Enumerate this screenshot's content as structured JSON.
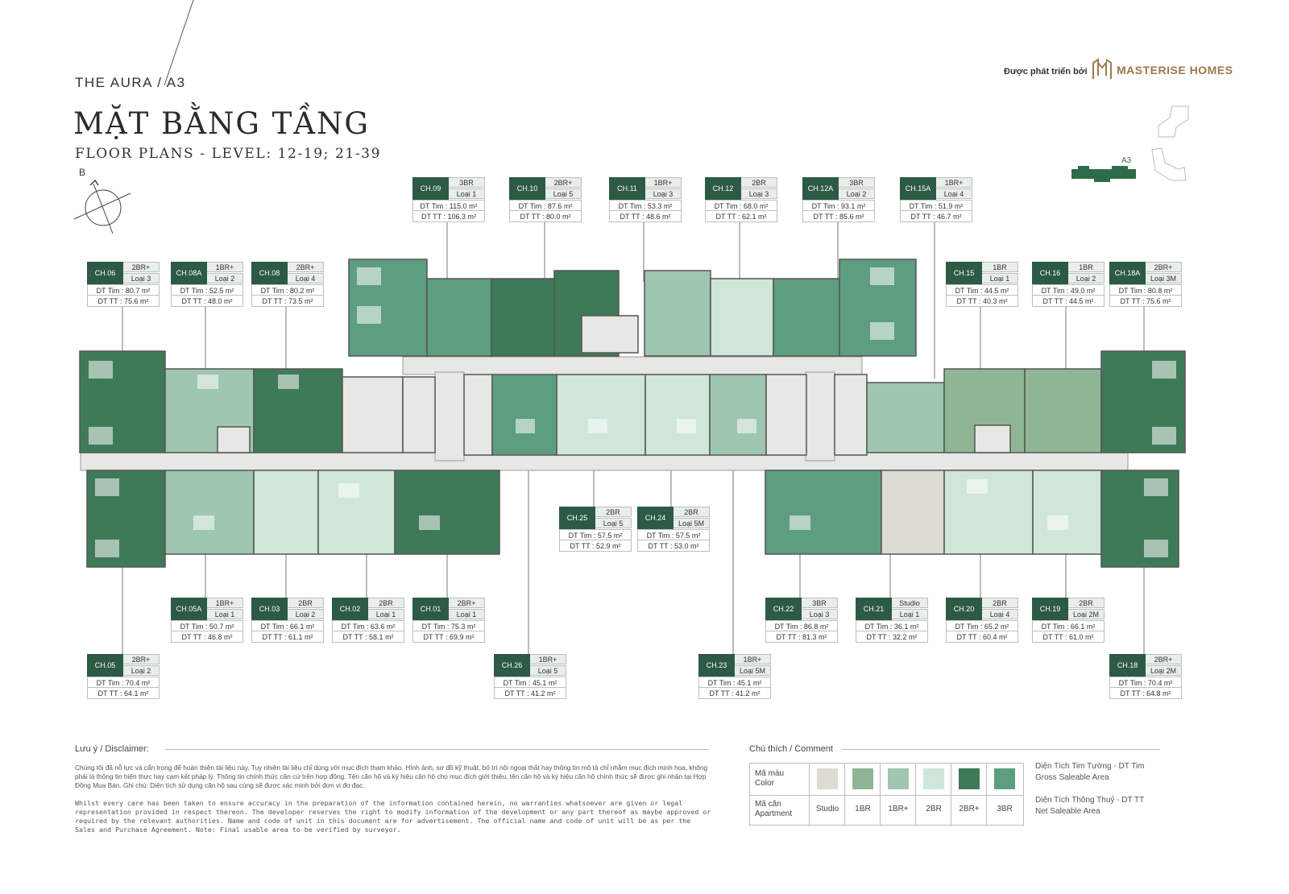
{
  "header": {
    "project": "THE AURA / A3",
    "title": "MẶT BẰNG TẦNG",
    "subtitle": "FLOOR PLANS - LEVEL: 12-19; 21-39",
    "developer_label": "Được phát triển bởi",
    "brand": "MASTERISE HOMES"
  },
  "compass_label": "B",
  "keyplan_label": "A3",
  "callouts": [
    {
      "code": "CH.09",
      "type": "3BR",
      "variant": "Loại 1",
      "gross": "DT Tim : 115.0 m²",
      "net": "DT TT : 106.3 m²"
    },
    {
      "code": "CH.10",
      "type": "2BR+",
      "variant": "Loại 5",
      "gross": "DT Tim : 87.6 m²",
      "net": "DT TT : 80.0 m²"
    },
    {
      "code": "CH.11",
      "type": "1BR+",
      "variant": "Loại 3",
      "gross": "DT Tim : 53.3 m²",
      "net": "DT TT : 48.6 m²"
    },
    {
      "code": "CH.12",
      "type": "2BR",
      "variant": "Loại 3",
      "gross": "DT Tim : 68.0 m²",
      "net": "DT TT : 62.1 m²"
    },
    {
      "code": "CH.12A",
      "type": "3BR",
      "variant": "Loại 2",
      "gross": "DT Tim : 93.1 m²",
      "net": "DT TT : 85.6 m²"
    },
    {
      "code": "CH.15A",
      "type": "1BR+",
      "variant": "Loại 4",
      "gross": "DT Tim : 51.9 m²",
      "net": "DT TT : 46.7 m²"
    },
    {
      "code": "CH.06",
      "type": "2BR+",
      "variant": "Loại 3",
      "gross": "DT Tim : 80.7 m²",
      "net": "DT TT : 75.6 m²"
    },
    {
      "code": "CH.08A",
      "type": "1BR+",
      "variant": "Loại 2",
      "gross": "DT Tim : 52.5 m²",
      "net": "DT TT : 48.0 m²"
    },
    {
      "code": "CH.08",
      "type": "2BR+",
      "variant": "Loại 4",
      "gross": "DT Tim : 80.2 m²",
      "net": "DT TT : 73.5 m²"
    },
    {
      "code": "CH.15",
      "type": "1BR",
      "variant": "Loại 1",
      "gross": "DT Tim : 44.5 m²",
      "net": "DT TT : 40.3 m²"
    },
    {
      "code": "CH.16",
      "type": "1BR",
      "variant": "Loại 2",
      "gross": "DT Tim : 49.0 m²",
      "net": "DT TT : 44.5 m²"
    },
    {
      "code": "CH.18A",
      "type": "2BR+",
      "variant": "Loại 3M",
      "gross": "DT Tim : 80.8 m²",
      "net": "DT TT : 75.6 m²"
    },
    {
      "code": "CH.25",
      "type": "2BR",
      "variant": "Loại 5",
      "gross": "DT Tim : 57.5 m²",
      "net": "DT TT : 52.9 m²"
    },
    {
      "code": "CH.24",
      "type": "2BR",
      "variant": "Loại 5M",
      "gross": "DT Tim : 57.5 m²",
      "net": "DT TT : 53.0 m²"
    },
    {
      "code": "CH.05A",
      "type": "1BR+",
      "variant": "Loại 1",
      "gross": "DT Tim : 50.7 m²",
      "net": "DT TT : 46.8 m²"
    },
    {
      "code": "CH.03",
      "type": "2BR",
      "variant": "Loại 2",
      "gross": "DT Tim : 66.1 m²",
      "net": "DT TT : 61.1 m²"
    },
    {
      "code": "CH.02",
      "type": "2BR",
      "variant": "Loại 1",
      "gross": "DT Tim : 63.6 m²",
      "net": "DT TT : 58.1 m²"
    },
    {
      "code": "CH.01",
      "type": "2BR+",
      "variant": "Loại 1",
      "gross": "DT Tim : 75.3 m²",
      "net": "DT TT : 69.9 m²"
    },
    {
      "code": "CH.22",
      "type": "3BR",
      "variant": "Loại 3",
      "gross": "DT Tim : 86.8 m²",
      "net": "DT TT : 81.3 m²"
    },
    {
      "code": "CH.21",
      "type": "Studio",
      "variant": "Loại 1",
      "gross": "DT Tim : 36.1 m²",
      "net": "DT TT : 32.2 m²"
    },
    {
      "code": "CH.20",
      "type": "2BR",
      "variant": "Loại 4",
      "gross": "DT Tim : 65.2 m²",
      "net": "DT TT : 60.4 m²"
    },
    {
      "code": "CH.19",
      "type": "2BR",
      "variant": "Loại 2M",
      "gross": "DT Tim : 66.1 m²",
      "net": "DT TT : 61.0 m²"
    },
    {
      "code": "CH.05",
      "type": "2BR+",
      "variant": "Loại 2",
      "gross": "DT Tim : 70.4 m²",
      "net": "DT TT : 64.1 m²"
    },
    {
      "code": "CH.26",
      "type": "1BR+",
      "variant": "Loại 5",
      "gross": "DT Tim : 45.1 m²",
      "net": "DT TT : 41.2 m²"
    },
    {
      "code": "CH.23",
      "type": "1BR+",
      "variant": "Loại 5M",
      "gross": "DT Tim : 45.1 m²",
      "net": "DT TT : 41.2 m²"
    },
    {
      "code": "CH.18",
      "type": "2BR+",
      "variant": "Loại 2M",
      "gross": "DT Tim : 70.4 m²",
      "net": "DT TT : 64.8 m²"
    }
  ],
  "disclaimer": {
    "heading": "Lưu ý / Disclaimer:",
    "vi": "Chúng tôi đã nỗ lực và cẩn trọng để hoàn thiện tài liệu này. Tuy nhiên tài liệu chỉ dùng với mục đích tham khảo. Hình ảnh, sơ đồ kỹ thuật, bố trí nội ngoại thất hay thông tin mô tả chỉ nhằm mục đích minh họa, không phải là thông tin hiện thực hay cam kết pháp lý. Thông tin chính thức căn cứ trên hợp đồng. Tên căn hộ và ký hiệu căn hộ cho mục đích giới thiệu, tên căn hộ và ký hiệu căn hộ chính thức sẽ được ghi nhận tại Hợp Đồng Mua Bán. Ghi chú: Diện tích sử dụng căn hộ sau cùng sẽ được xác minh bởi đơn vị đo đạc.",
    "en": "Whilst every care has been taken to ensure accuracy in the preparation of the information contained herein, no warranties whatsoever are given or legal representation provided in respect thereon. The developer reserves the right to modify information of the development or any part thereof as maybe approved or required by the relevant authorities. Name and code of unit in this document are for advertisement. The official name and code of unit will be as per the Sales and Purchase Agreement. Note: Final usable area to be verified by surveyor."
  },
  "legend": {
    "heading": "Chú thích / Comment",
    "color_label": "Mã màu\nColor",
    "apartment_label": "Mã căn\nApartment",
    "types": [
      {
        "label": "Studio",
        "color": "#dcdcd4"
      },
      {
        "label": "1BR",
        "color": "#8fb595"
      },
      {
        "label": "1BR+",
        "color": "#9ec6b0"
      },
      {
        "label": "2BR",
        "color": "#cfe6d8"
      },
      {
        "label": "2BR+",
        "color": "#3f7a58"
      },
      {
        "label": "3BR",
        "color": "#5e9e80"
      }
    ],
    "gross_note_vi": "Diện Tích Tim Tường - DT Tim",
    "gross_note_en": "Gross Saleable Area",
    "net_note_vi": "Diện Tích Thông Thuỷ - DT TT",
    "net_note_en": "Net Saleable Area"
  },
  "colors": {
    "callout_code_bg": "#2d5a45",
    "corridor": "#e7e7e3",
    "brand_gold": "#9a7b4a"
  }
}
